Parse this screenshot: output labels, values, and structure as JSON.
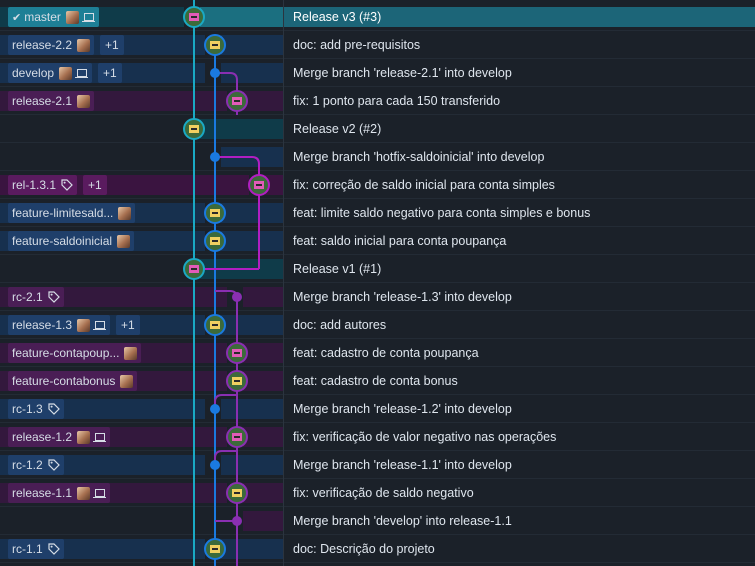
{
  "colors": {
    "master": "#1aa9c4",
    "develop": "#1a7ae0",
    "release": "#b21ec2",
    "fixbranch": "#a020a8"
  },
  "rows": [
    {
      "ref": "master",
      "check": true,
      "avatar": true,
      "laptop": true,
      "tag": false,
      "plus": "",
      "message": "Release v3 (#3)",
      "lane": "master",
      "color": "#1aa9c4",
      "selected": true
    },
    {
      "ref": "release-2.2",
      "check": false,
      "avatar": true,
      "laptop": false,
      "tag": false,
      "plus": "+1",
      "message": "doc: add pre-requisitos",
      "lane": "develop",
      "color": "#1a7ae0",
      "selected": false
    },
    {
      "ref": "develop",
      "check": false,
      "avatar": true,
      "laptop": true,
      "tag": false,
      "plus": "+1",
      "message": "Merge branch 'release-2.1' into develop",
      "lane": "develop",
      "color": "#1a7ae0",
      "selected": false
    },
    {
      "ref": "release-2.1",
      "check": false,
      "avatar": true,
      "laptop": false,
      "tag": false,
      "plus": "",
      "message": "fix: 1 ponto para cada 150 transferido",
      "lane": "release",
      "color": "#8a2fb2",
      "selected": false
    },
    {
      "ref": "",
      "check": false,
      "avatar": false,
      "laptop": false,
      "tag": false,
      "plus": "",
      "message": "Release v2 (#2)",
      "lane": "master",
      "color": "#1aa9c4",
      "selected": false
    },
    {
      "ref": "",
      "check": false,
      "avatar": false,
      "laptop": false,
      "tag": false,
      "plus": "",
      "message": "Merge branch 'hotfix-saldoinicial' into develop",
      "lane": "develop",
      "color": "#1a7ae0",
      "selected": false
    },
    {
      "ref": "rel-1.3.1",
      "check": false,
      "avatar": false,
      "laptop": false,
      "tag": true,
      "plus": "+1",
      "message": "fix: correção de saldo inicial para conta simples",
      "lane": "hotfix",
      "color": "#b21ec2",
      "selected": false
    },
    {
      "ref": "feature-limitesald...",
      "check": false,
      "avatar": true,
      "laptop": false,
      "tag": false,
      "plus": "",
      "message": "feat: limite saldo negativo para conta simples e bonus",
      "lane": "develop",
      "color": "#1a7ae0",
      "selected": false
    },
    {
      "ref": "feature-saldoinicial",
      "check": false,
      "avatar": true,
      "laptop": false,
      "tag": false,
      "plus": "",
      "message": "feat: saldo inicial para conta poupança",
      "lane": "develop",
      "color": "#1a7ae0",
      "selected": false
    },
    {
      "ref": "",
      "check": false,
      "avatar": false,
      "laptop": false,
      "tag": false,
      "plus": "",
      "message": "Release v1 (#1)",
      "lane": "master",
      "color": "#1aa9c4",
      "selected": false
    },
    {
      "ref": "rc-2.1",
      "check": false,
      "avatar": false,
      "laptop": false,
      "tag": true,
      "plus": "",
      "message": "Merge branch 'release-1.3' into develop",
      "lane": "release",
      "color": "#8a2fb2",
      "selected": false
    },
    {
      "ref": "release-1.3",
      "check": false,
      "avatar": true,
      "laptop": true,
      "tag": false,
      "plus": "+1",
      "message": "doc: add autores",
      "lane": "develop",
      "color": "#1a7ae0",
      "selected": false
    },
    {
      "ref": "feature-contapoup...",
      "check": false,
      "avatar": true,
      "laptop": false,
      "tag": false,
      "plus": "",
      "message": "feat: cadastro de conta poupança",
      "lane": "release",
      "color": "#8a2fb2",
      "selected": false
    },
    {
      "ref": "feature-contabonus",
      "check": false,
      "avatar": true,
      "laptop": false,
      "tag": false,
      "plus": "",
      "message": "feat: cadastro de conta bonus",
      "lane": "release",
      "color": "#8a2fb2",
      "selected": false
    },
    {
      "ref": "rc-1.3",
      "check": false,
      "avatar": false,
      "laptop": false,
      "tag": true,
      "plus": "",
      "message": "Merge branch 'release-1.2' into develop",
      "lane": "develop",
      "color": "#1a7ae0",
      "selected": false
    },
    {
      "ref": "release-1.2",
      "check": false,
      "avatar": true,
      "laptop": true,
      "tag": false,
      "plus": "",
      "message": "fix: verificação de valor negativo nas operações",
      "lane": "release",
      "color": "#8a2fb2",
      "selected": false
    },
    {
      "ref": "rc-1.2",
      "check": false,
      "avatar": false,
      "laptop": false,
      "tag": true,
      "plus": "",
      "message": "Merge branch 'release-1.1' into develop",
      "lane": "develop",
      "color": "#1a7ae0",
      "selected": false
    },
    {
      "ref": "release-1.1",
      "check": false,
      "avatar": true,
      "laptop": true,
      "tag": false,
      "plus": "",
      "message": "fix: verificação de saldo negativo",
      "lane": "release",
      "color": "#8a2fb2",
      "selected": false
    },
    {
      "ref": "",
      "check": false,
      "avatar": false,
      "laptop": false,
      "tag": false,
      "plus": "",
      "message": "Merge branch 'develop' into release-1.1",
      "lane": "release",
      "color": "#8a2fb2",
      "selected": false
    },
    {
      "ref": "rc-1.1",
      "check": false,
      "avatar": false,
      "laptop": false,
      "tag": true,
      "plus": "",
      "message": "doc: Descrição do projeto",
      "lane": "develop",
      "color": "#1a7ae0",
      "selected": false
    }
  ]
}
